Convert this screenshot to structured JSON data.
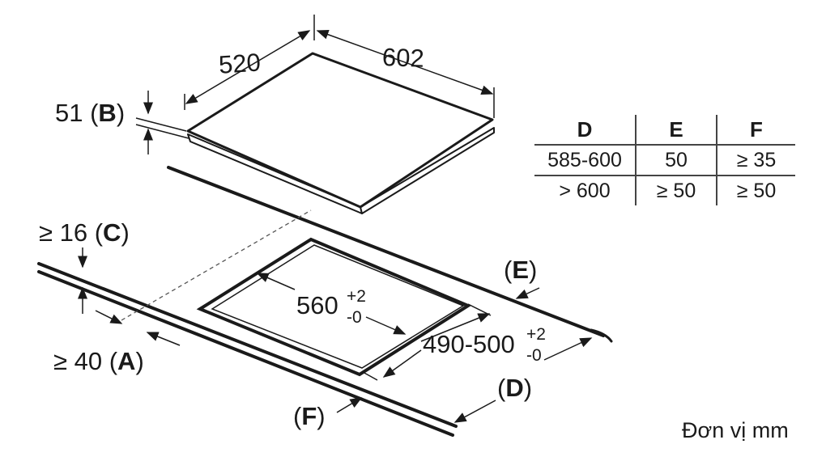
{
  "labels": {
    "width_top": "520",
    "depth_top": "602",
    "thickness": "51 (",
    "thickness_letter": "B",
    "close_paren": ")",
    "gap_c_prefix": "≥ 16 (",
    "gap_c_letter": "C",
    "gap_a_prefix": "≥ 40 (",
    "gap_a_letter": "A",
    "cutout_w": "560",
    "cutout_w_tol_plus": "+2",
    "cutout_w_tol_minus": "-0",
    "cutout_d": "490-500",
    "cutout_d_tol_plus": "+2",
    "cutout_d_tol_minus": "-0",
    "e_open": "(",
    "e_letter": "E",
    "d_open": "(",
    "d_letter": "D",
    "f_open": "(",
    "f_letter": "F"
  },
  "table": {
    "headers": [
      "D",
      "E",
      "F"
    ],
    "rows": [
      [
        "585-600",
        "50",
        "≥ 35"
      ],
      [
        "> 600",
        "≥ 50",
        "≥ 50"
      ]
    ]
  },
  "unit_note": "Đơn vị mm",
  "colors": {
    "line": "#1a1a1a",
    "text": "#1a1a1a"
  }
}
